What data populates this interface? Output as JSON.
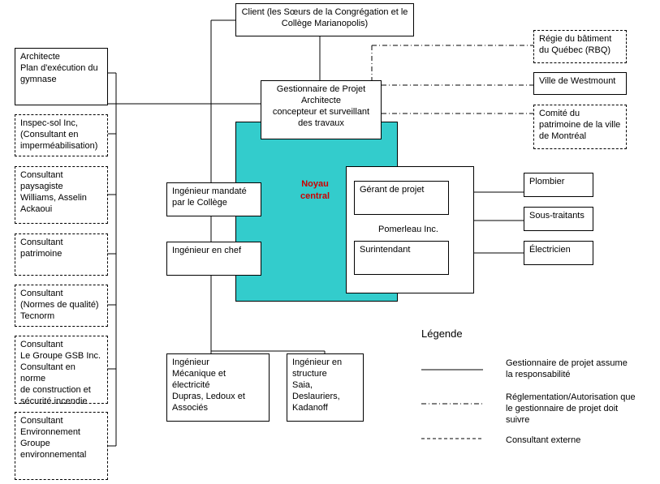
{
  "boxes": {
    "client": "Client (les Sœurs de la Congrégation et le\nCollège Marianopolis)",
    "architecte": "Architecte\nPlan d'exécution du\ngymnase",
    "inspec_sol": "Inspec-sol Inc,\n(Consultant en\nimperméabilisation)",
    "paysagiste": "Consultant\npaysagiste\nWilliams, Asselin\nAckaoui",
    "patrimoine": "Consultant\npatrimoine",
    "qualite": "Consultant\n(Normes de qualité)\nTecnorm",
    "gsb": "Consultant\nLe Groupe GSB Inc.\nConsultant en norme\nde construction et\nsécurité incendie",
    "environnement": "Consultant\nEnvironnement\nGroupe\nenvironnemental",
    "gestionnaire": "Gestionnaire de Projet\nArchitecte\nconcepteur et surveillant\ndes travaux",
    "rbq": "Régie du bâtiment\ndu Québec (RBQ)",
    "westmount": "Ville de Westmount",
    "comite": "Comité du\npatrimoine de la ville\nde Montréal",
    "ing_mandate": "Ingénieur mandaté\npar le Collège",
    "ing_chef": "Ingénieur en chef",
    "gerant": "Gérant de projet",
    "surintendant": "Surintendant",
    "pomerleau": "Pomerleau Inc.",
    "plombier": "Plombier",
    "sous_traitants": "Sous-traitants",
    "electricien": "Électricien",
    "ing_meca": "Ingénieur\nMécanique et\nélectricité\nDupras, Ledoux et\nAssociés",
    "ing_structure": "Ingénieur en\nstructure\nSaia,\nDeslauriers,\nKadanoff",
    "noyau": "Noyau\ncentral"
  },
  "legend": {
    "title": "Légende",
    "solid": "Gestionnaire de projet assume\nla responsabilité",
    "dashdot": "Réglementation/Autorisation que\nle gestionnaire de projet doit\nsuivre",
    "dashed": "Consultant externe"
  },
  "colors": {
    "core": "#33cccc",
    "core_label": "#cc0000"
  }
}
